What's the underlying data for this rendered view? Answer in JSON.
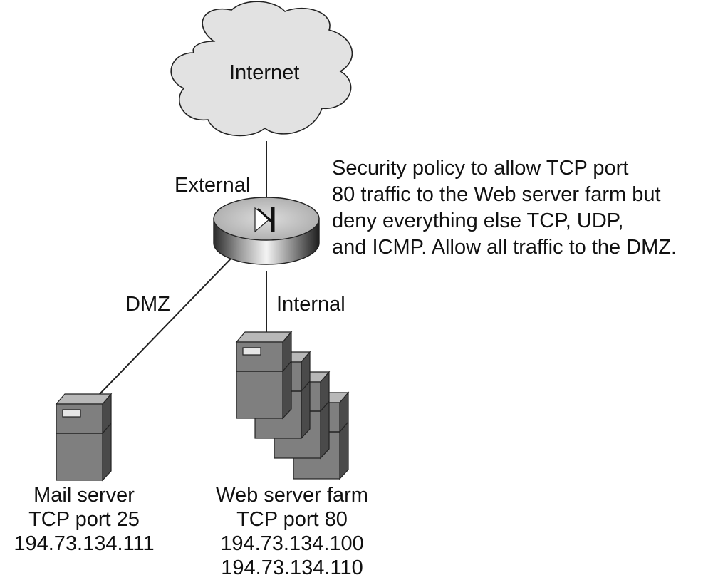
{
  "cloud": {
    "label": "Internet"
  },
  "interfaces": {
    "external": "External",
    "dmz": "DMZ",
    "internal": "Internal"
  },
  "policy_note": {
    "lines": [
      "Security policy to allow TCP port",
      "80 traffic to the Web server farm but",
      "deny everything else TCP, UDP,",
      "and ICMP. Allow all traffic to the DMZ."
    ]
  },
  "mail_server": {
    "name": "Mail server",
    "port": "TCP port 25",
    "ip": "194.73.134.111"
  },
  "web_farm": {
    "name": "Web server farm",
    "port": "TCP port 80",
    "ip_start": "194.73.134.100",
    "ip_end": "194.73.134.110"
  },
  "colors": {
    "server_front": "#7f7f7f",
    "server_side": "#4a4a4a",
    "server_top": "#b8b8b8",
    "cloud_fill": "#e2e2e2",
    "line": "#222222"
  }
}
